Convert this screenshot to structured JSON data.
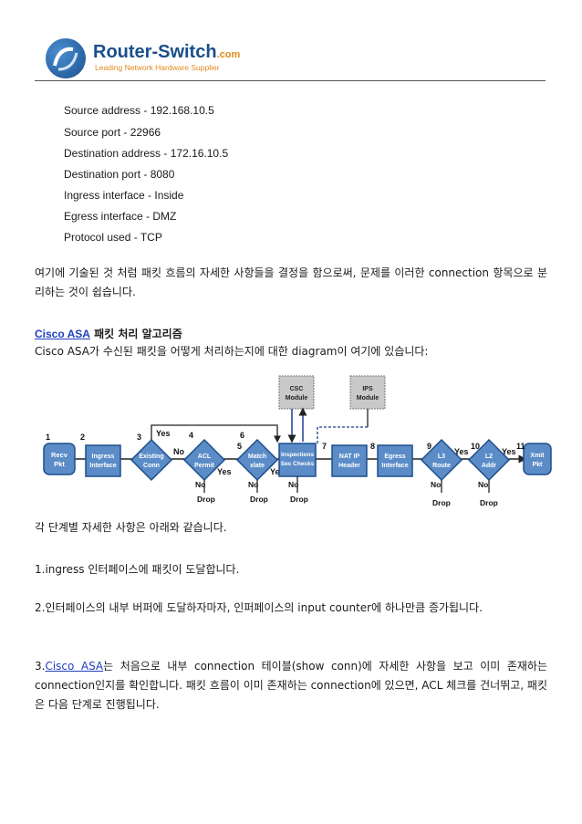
{
  "header": {
    "logo_name": "Router-Switch",
    "logo_domain": ".com",
    "logo_tagline": "Leading Network Hardware Supplier"
  },
  "spec_list": [
    "Source address - 192.168.10.5",
    "Source port - 22966",
    "Destination address - 172.16.10.5",
    "Destination port - 8080",
    "Ingress interface - Inside",
    "Egress interface - DMZ",
    "Protocol used - TCP"
  ],
  "intro_paragraph": "여기에 기술된 것 처럼 패킷 흐름의 자세한 사항들을 결정을 함으로써, 문제를 이러한 connection 항목으로 분리하는 것이 쉽습니다.",
  "section": {
    "link": "Cisco ASA",
    "title": " 패킷 처리 알고리즘",
    "caption": "Cisco ASA가 수신된 패킷을 어떻게 처리하는지에 대한 diagram이 여기에 있습니다:"
  },
  "diagram": {
    "steps": [
      {
        "num": "1",
        "label": "Recv Pkt"
      },
      {
        "num": "2",
        "label": "Ingress Interface"
      },
      {
        "num": "3",
        "label": "Existing Conn"
      },
      {
        "num": "4",
        "label": "ACL Permit"
      },
      {
        "num": "5",
        "label": ""
      },
      {
        "num": "6",
        "label": "Match xlate"
      },
      {
        "num": "",
        "label": "Inspections Sec Checks"
      },
      {
        "num": "7",
        "label": "NAT IP Header"
      },
      {
        "num": "8",
        "label": "Egress Interface"
      },
      {
        "num": "9",
        "label": "L3 Route"
      },
      {
        "num": "10",
        "label": "L2 Addr"
      },
      {
        "num": "11",
        "label": "Xmit Pkt"
      }
    ],
    "modules": [
      "CSC Module",
      "IPS Module"
    ],
    "yes": "Yes",
    "no": "No",
    "drop": "Drop"
  },
  "steps_intro": "각 단계별 자세한 사항은 아래와 같습니다.",
  "step1": "1.ingress 인터페이스에 패킷이 도달합니다.",
  "step2": "2.인터페이스의 내부 버퍼에 도달하자마자, 인퍼페이스의 input counter에 하나만큼 증가됩니다.",
  "step3": {
    "prefix": "3.",
    "link": "Cisco ASA",
    "text": "는 처음으로 내부 connection 테이블(show conn)에 자세한 사항을 보고 이미 존재하는 connection인지를 확인합니다. 패킷 흐름이 이미 존재하는 connection에 있으면, ACL 체크를 건너뛰고, 패킷은 다음 단계로 진행됩니다."
  }
}
